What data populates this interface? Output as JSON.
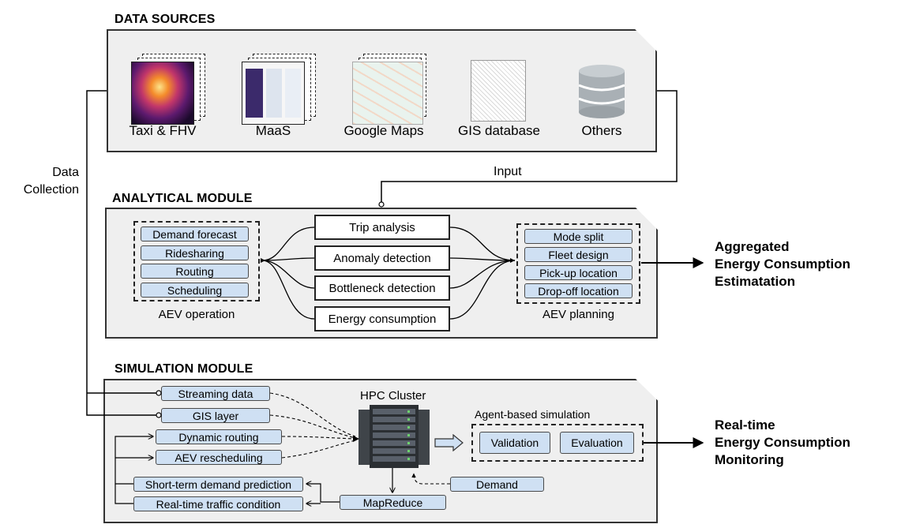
{
  "data_sources": {
    "title": "DATA SOURCES",
    "items": [
      {
        "label": "Taxi & FHV",
        "icon": "heatmap-thumbnail-icon"
      },
      {
        "label": "MaaS",
        "icon": "app-screenshot-icon"
      },
      {
        "label": "Google Maps",
        "icon": "map-thumbnail-icon"
      },
      {
        "label": "GIS database",
        "icon": "gis-map-icon"
      },
      {
        "label": "Others",
        "icon": "database-icon"
      }
    ]
  },
  "connectors": {
    "data_collection": "Data\nCollection",
    "input": "Input"
  },
  "analytical": {
    "title": "ANALYTICAL MODULE",
    "operation": {
      "caption": "AEV operation",
      "items": [
        "Demand forecast",
        "Ridesharing",
        "Routing",
        "Scheduling"
      ]
    },
    "center": [
      "Trip analysis",
      "Anomaly detection",
      "Bottleneck detection",
      "Energy consumption"
    ],
    "planning": {
      "caption": "AEV planning",
      "items": [
        "Mode split",
        "Fleet design",
        "Pick-up location",
        "Drop-off location"
      ]
    },
    "output": "Aggregated\nEnergy Consumption\nEstimatation"
  },
  "simulation": {
    "title": "SIMULATION MODULE",
    "inputs": [
      "Streaming data",
      "GIS layer",
      "Dynamic routing",
      "AEV rescheduling"
    ],
    "feedback": [
      "Short-term demand prediction",
      "Real-time traffic condition"
    ],
    "hpc": "HPC Cluster",
    "mapreduce": "MapReduce",
    "demand": "Demand",
    "agent": {
      "caption": "Agent-based simulation",
      "items": [
        "Validation",
        "Evaluation"
      ]
    },
    "output": "Real-time\nEnergy Consumption\nMonitoring"
  }
}
